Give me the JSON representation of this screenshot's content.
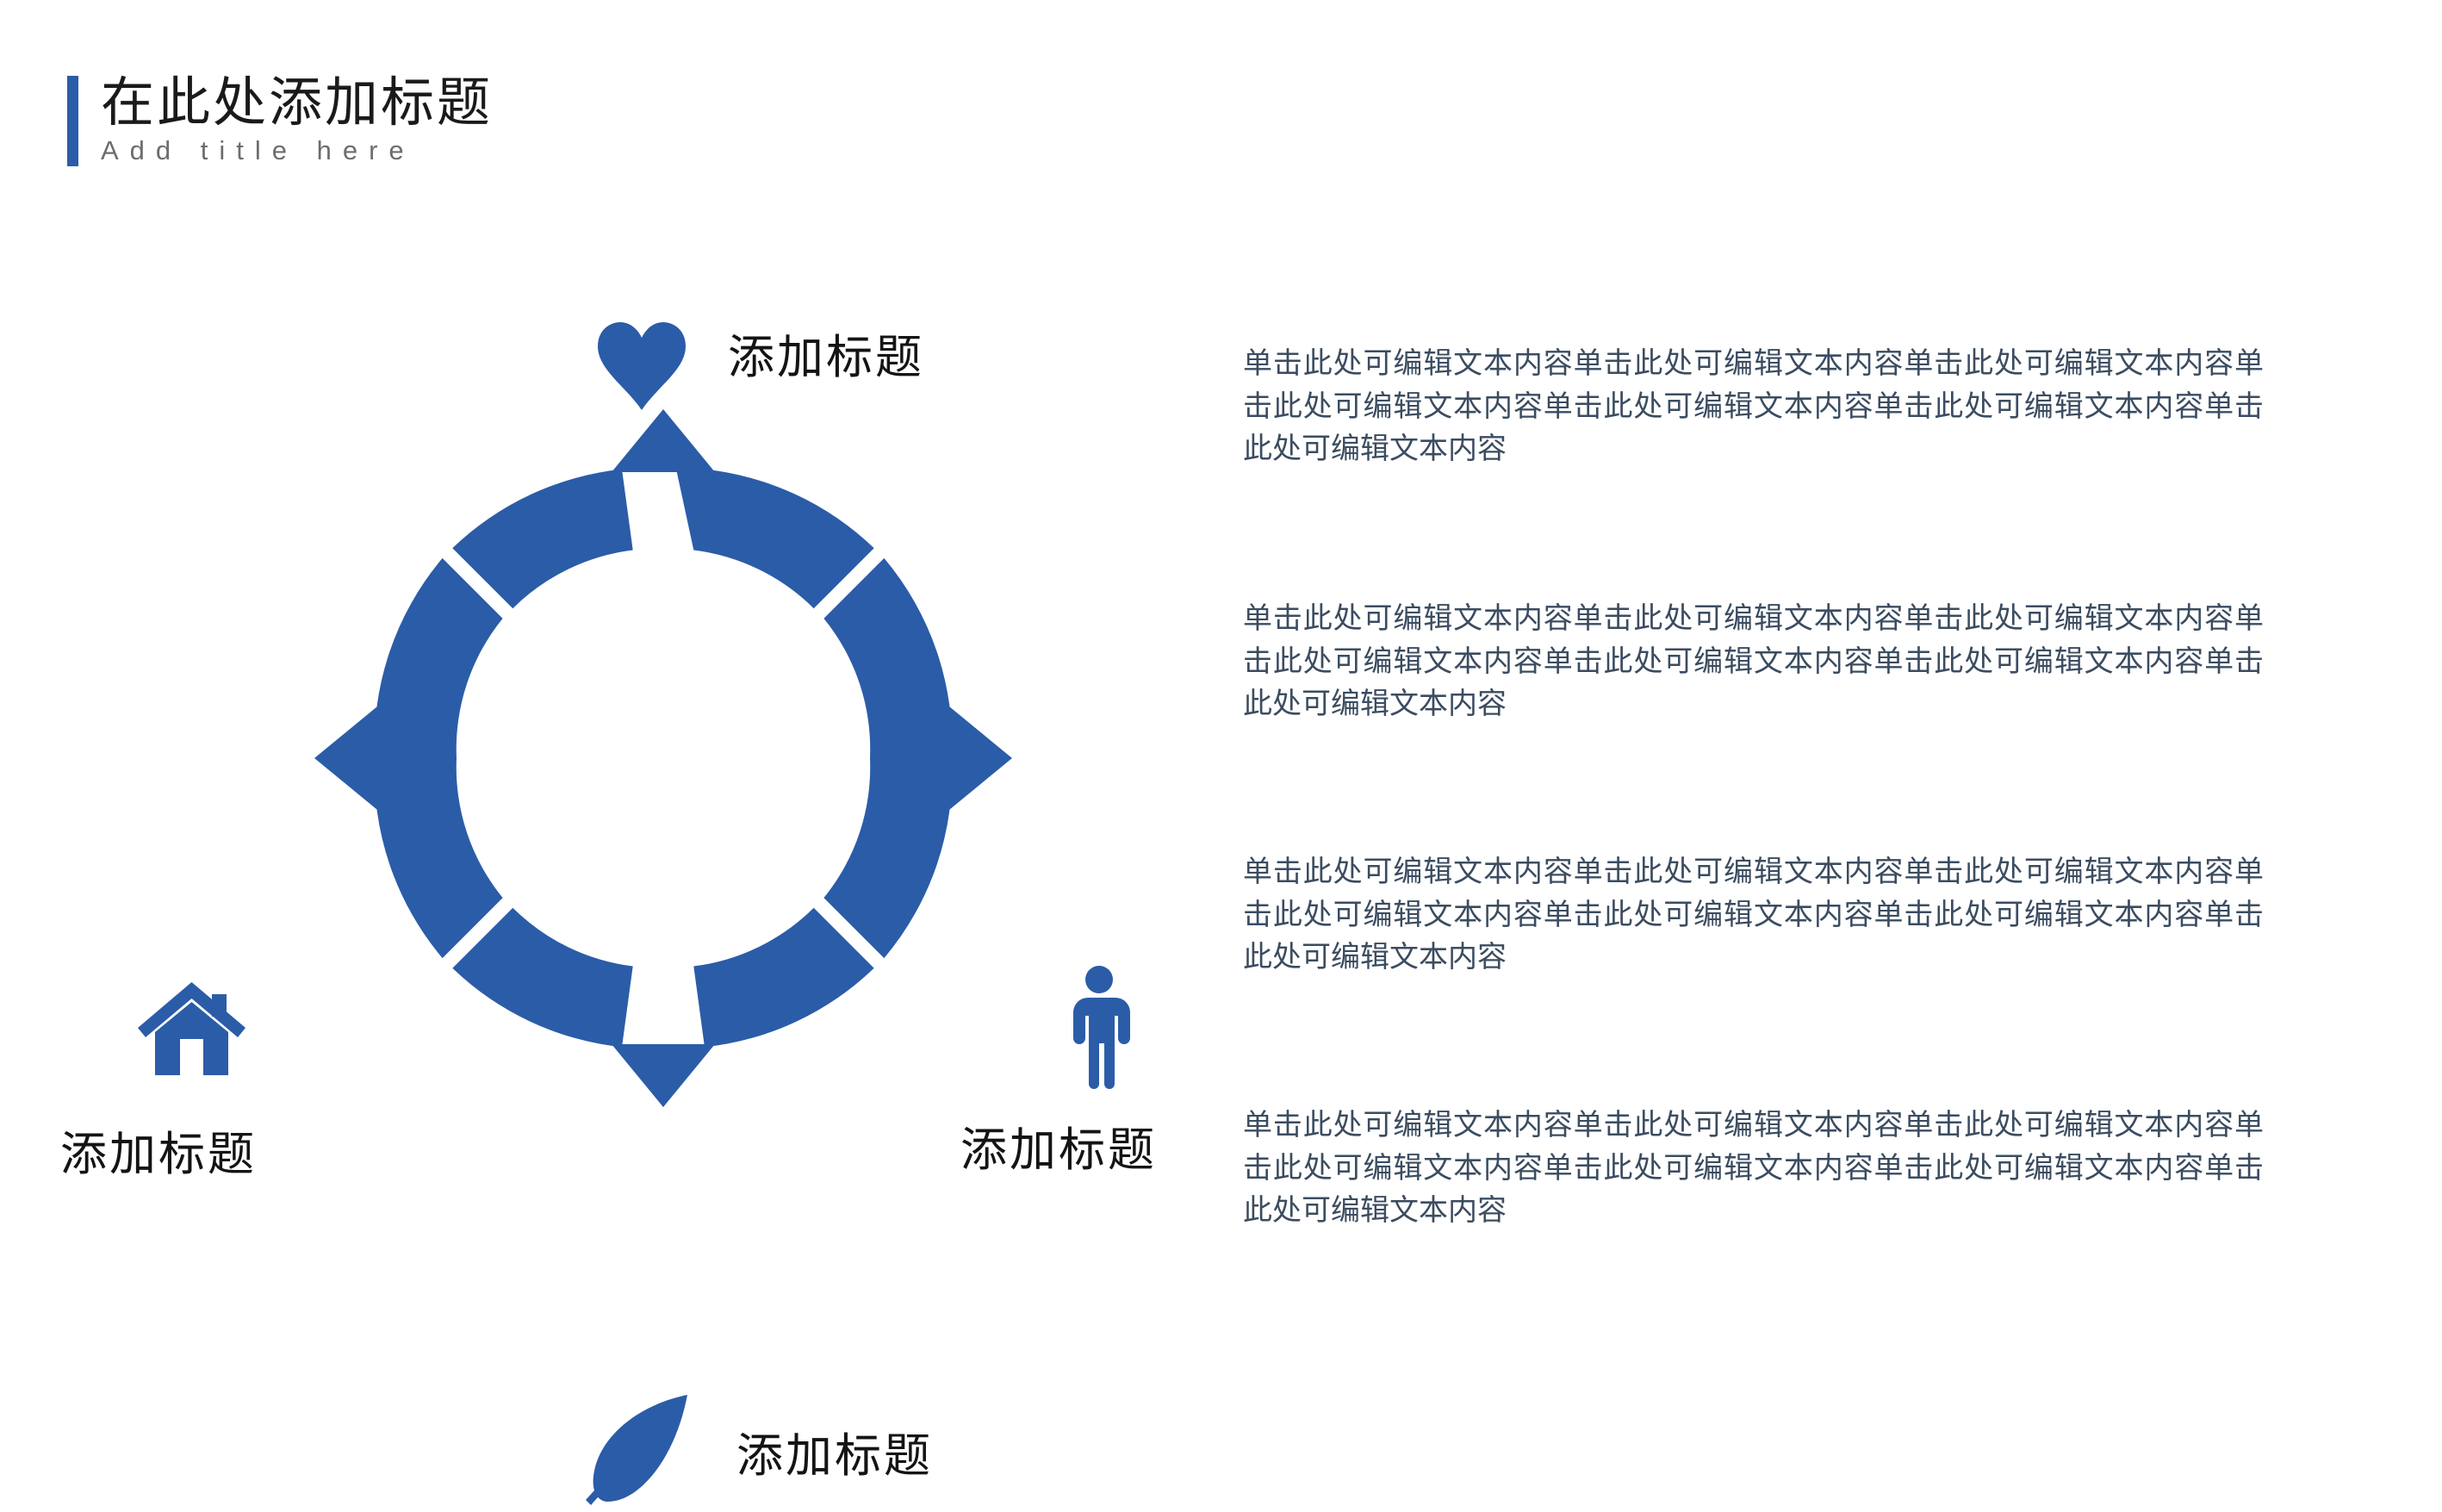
{
  "theme": {
    "accent_blue": "#2b5ca8",
    "title_color": "#1a1a1a",
    "subtitle_color": "#6d6d6d",
    "body_text_color": "#3b4c60",
    "background": "#ffffff"
  },
  "header": {
    "title": "在此处添加标题",
    "subtitle": "Add title here"
  },
  "diagram": {
    "type": "cycle-donut-4",
    "nodes": [
      {
        "position": "top",
        "icon": "heart-icon",
        "label": "添加标题"
      },
      {
        "position": "right",
        "icon": "person-icon",
        "label": "添加标题"
      },
      {
        "position": "bottom",
        "icon": "leaf-icon",
        "label": "添加标题"
      },
      {
        "position": "left",
        "icon": "house-icon",
        "label": "添加标题"
      }
    ]
  },
  "content": {
    "paragraphs": [
      "单击此处可编辑文本内容单击此处可编辑文本内容单击此处可编辑文本内容单击此处可编辑文本内容单击此处可编辑文本内容单击此处可编辑文本内容单击此处可编辑文本内容",
      "单击此处可编辑文本内容单击此处可编辑文本内容单击此处可编辑文本内容单击此处可编辑文本内容单击此处可编辑文本内容单击此处可编辑文本内容单击此处可编辑文本内容",
      "单击此处可编辑文本内容单击此处可编辑文本内容单击此处可编辑文本内容单击此处可编辑文本内容单击此处可编辑文本内容单击此处可编辑文本内容单击此处可编辑文本内容",
      "单击此处可编辑文本内容单击此处可编辑文本内容单击此处可编辑文本内容单击此处可编辑文本内容单击此处可编辑文本内容单击此处可编辑文本内容单击此处可编辑文本内容"
    ]
  }
}
